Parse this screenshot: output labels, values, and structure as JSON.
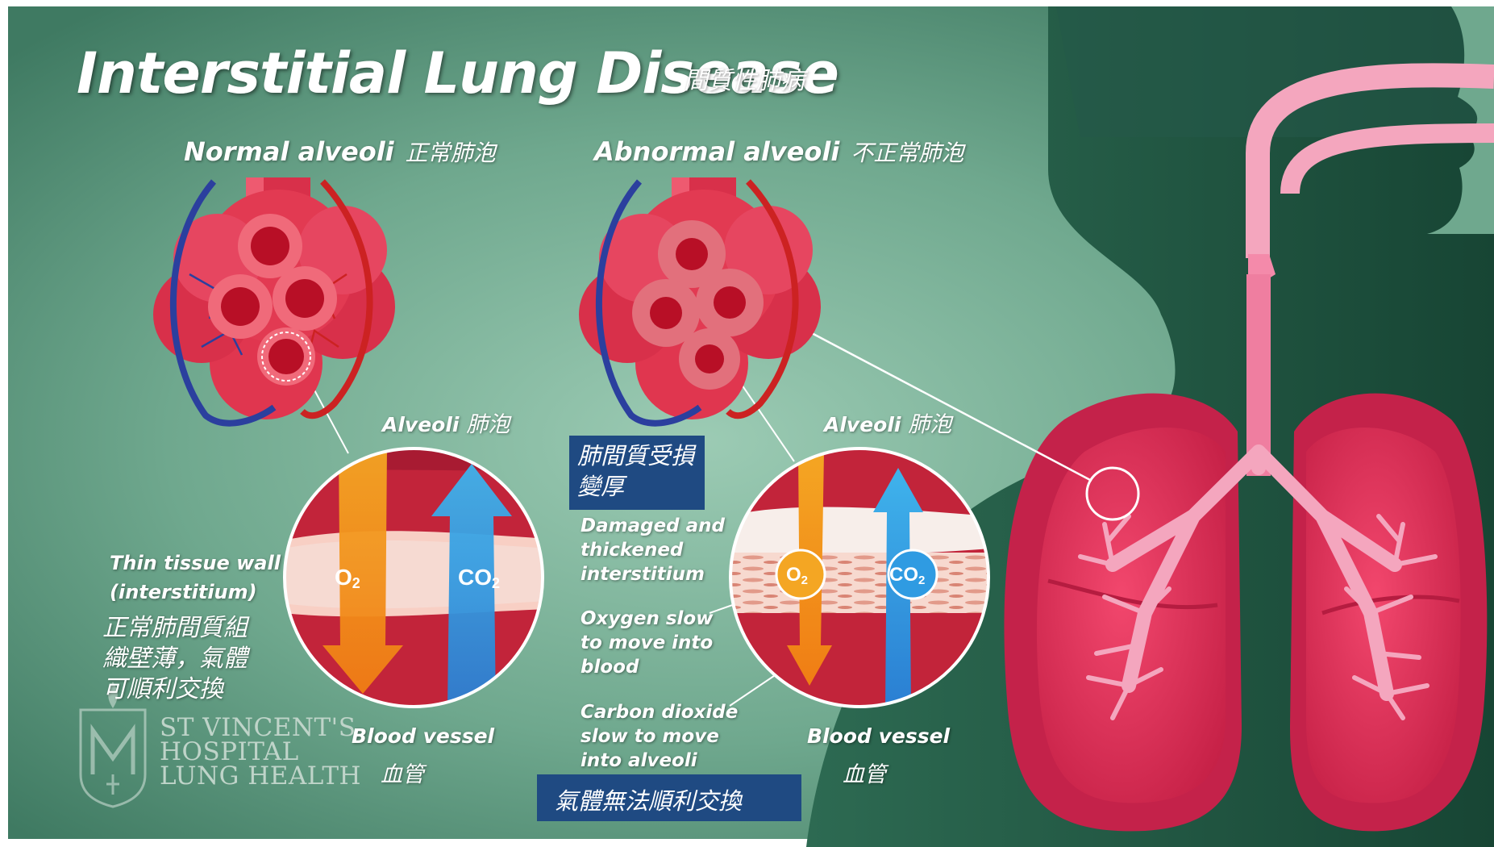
{
  "title": {
    "english": "Interstitial Lung Disease",
    "chinese": "間質性肺病"
  },
  "normal": {
    "heading": "Normal alveoli",
    "heading_zh": "正常肺泡",
    "alveoli_label": "Alveoli",
    "alveoli_label_zh": "肺泡",
    "wall_label": "Thin tissue wall (interstitium)",
    "wall_desc_zh": "正常肺間質組織壁薄，氣體可順利交換",
    "o2": "O2",
    "co2": "CO2",
    "vessel_label": "Blood vessel",
    "vessel_label_zh": "血管"
  },
  "abnormal": {
    "heading": "Abnormal alveoli",
    "heading_zh": "不正常肺泡",
    "alveoli_label": "Alveoli",
    "alveoli_label_zh": "肺泡",
    "damage_box_zh": "肺間質受損變厚",
    "damage_label": "Damaged and thickened interstitium",
    "oxygen_label": "Oxygen slow to move into blood",
    "co2_label": "Carbon dioxide slow to move into alveoli",
    "exchange_box_zh": "氣體無法順利交換",
    "o2": "O2",
    "co2": "CO2",
    "vessel_label": "Blood vessel",
    "vessel_label_zh": "血管"
  },
  "logo": {
    "line1": "ST VINCENT'S",
    "line2": "HOSPITAL",
    "line3": "LUNG HEALTH"
  },
  "colors": {
    "background": "#5e9a80",
    "background_light": "#93c4ad",
    "silhouette": "#2e6650",
    "lung_tissue": "#e6305a",
    "airway": "#f4a6be",
    "alveoli": "#cc2a44",
    "vein": "#2b3f9e",
    "artery": "#cc2222",
    "oxygen_arrow": "#f39c1f",
    "co2_arrow": "#2f8fdc",
    "label_box": "#1f4a82"
  },
  "icons": [
    "trachea-icon",
    "lungs-icon",
    "alveoli-cluster-icon",
    "zoom-circle-icon",
    "hospital-logo-icon"
  ]
}
